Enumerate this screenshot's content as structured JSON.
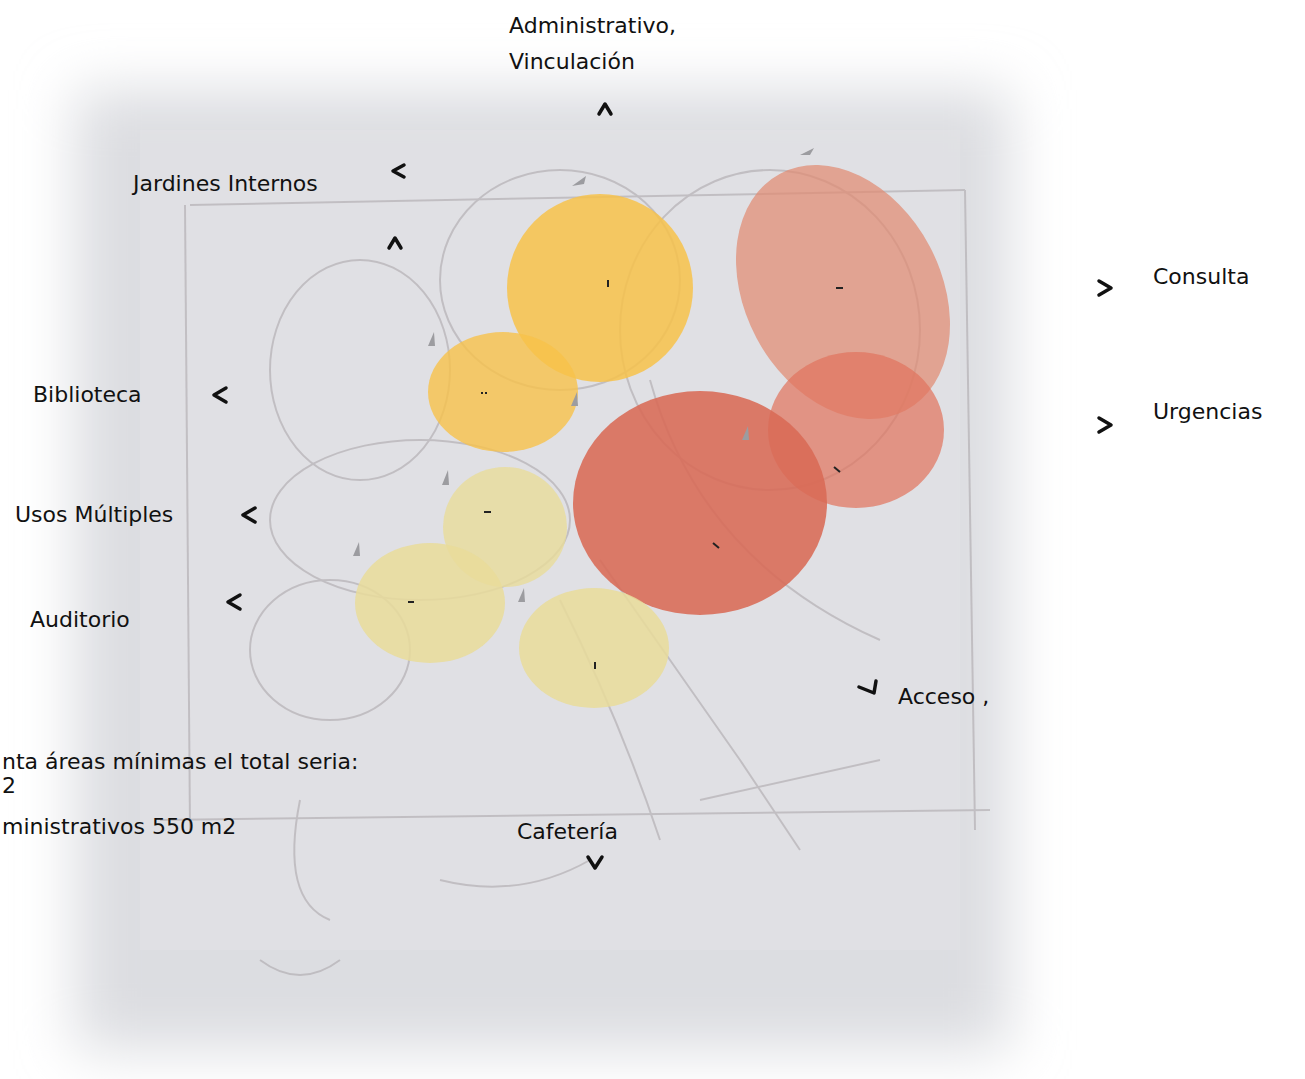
{
  "diagram": {
    "labels": [
      "Administrativo, Vinculación",
      "Jardines Internos",
      "Biblioteca",
      "Usos Múltiples",
      "Auditorio",
      "Consulta",
      "Urgencias",
      "Acceso ,",
      "Cafetería",
      "nta áreas mínimas el total seria:",
      "2",
      "ministrativos 550 m2"
    ]
  }
}
